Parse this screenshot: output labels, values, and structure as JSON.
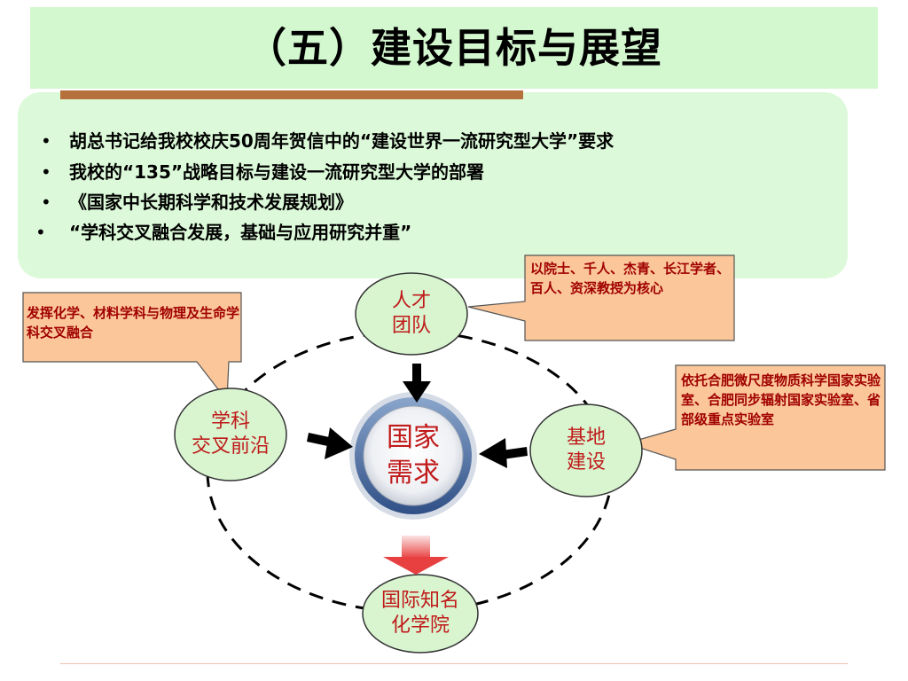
{
  "title": "（五）建设目标与展望",
  "bullets": [
    {
      "marker": "•",
      "text": "胡总书记给我校校庆50周年贺信中的“建设世界一流研究型大学”要求"
    },
    {
      "marker": "•",
      "text": "我校的“135”战略目标与建设一流研究型大学的部署"
    },
    {
      "marker": "•",
      "text": "《国家中长期科学和技术发展规划》"
    },
    {
      "marker": "•",
      "text": "“学科交叉融合发展，基础与应用研究并重”"
    }
  ],
  "diagram": {
    "center": {
      "line1": "国家",
      "line2": "需求"
    },
    "nodes": {
      "top": {
        "line1": "人才",
        "line2": "团队"
      },
      "left": {
        "line1": "学科",
        "line2": "交叉前沿"
      },
      "right": {
        "line1": "基地",
        "line2": "建设"
      },
      "bottom": {
        "line1": "国际知名",
        "line2": "化学院"
      }
    },
    "callouts": {
      "left": "发挥化学、材料学科与物理及生命学科交叉融合",
      "top_right": "以院士、千人、杰青、长江学者、百人、资深教授为核心",
      "right": "依托合肥微尺度物质科学国家实验室、合肥同步辐射国家实验室、省部级重点实验室"
    }
  },
  "colors": {
    "title_bg": "#d3f7cf",
    "panel_bg": "#dcfad9",
    "node_fill": "#d8f5d0",
    "callout_fill": "#fbc79a",
    "accent": "#b5703b",
    "text_red": "#c01a1a"
  }
}
